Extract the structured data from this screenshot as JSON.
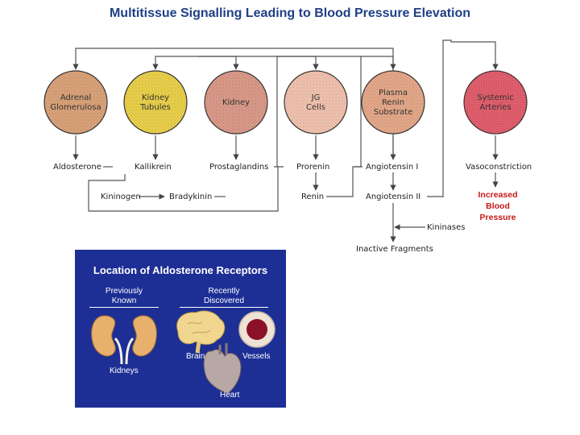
{
  "title": "Multitissue Signalling Leading to Blood Pressure Elevation",
  "nodes": [
    {
      "id": "adrenal",
      "lines": [
        "Adrenal",
        "Glomerulosa"
      ],
      "color": "#d8a37a"
    },
    {
      "id": "kidney-tubules",
      "lines": [
        "Kidney",
        "Tubules"
      ],
      "color": "#e8d24a"
    },
    {
      "id": "kidney",
      "lines": [
        "Kidney"
      ],
      "color": "#d99a8a"
    },
    {
      "id": "jg-cells",
      "lines": [
        "JG",
        "Cells"
      ],
      "color": "#f0c4b0"
    },
    {
      "id": "plasma-renin-substrate",
      "lines": [
        "Plasma",
        "Renin",
        "Substrate"
      ],
      "color": "#e3a98a"
    },
    {
      "id": "systemic-arteries",
      "lines": [
        "Systemic",
        "Arteries"
      ],
      "color": "#e0707a"
    }
  ],
  "terms": {
    "aldosterone": "Aldosterone",
    "kallikrein": "Kallikrein",
    "prostaglandins": "Prostaglandins",
    "prorenin": "Prorenin",
    "angiotensin1": "Angiotensin I",
    "vasoconstriction": "Vasoconstriction",
    "kininogen": "Kininogen",
    "bradykinin": "Bradykinin",
    "renin": "Renin",
    "angiotensin2": "Angiotensin II",
    "kininases": "Kininases",
    "inactive_fragments": "Inactive Fragments"
  },
  "outcome": {
    "lines": [
      "Increased",
      "Blood",
      "Pressure"
    ],
    "color": "#c81818"
  },
  "panel": {
    "title": "Location of Aldosterone Receptors",
    "col1": [
      "Previously",
      "Known"
    ],
    "col2": [
      "Recently",
      "Discovered"
    ],
    "kidneys": "Kidneys",
    "brain": "Brain",
    "vessels": "Vessels",
    "heart": "Heart",
    "background": "#1d2f95"
  }
}
